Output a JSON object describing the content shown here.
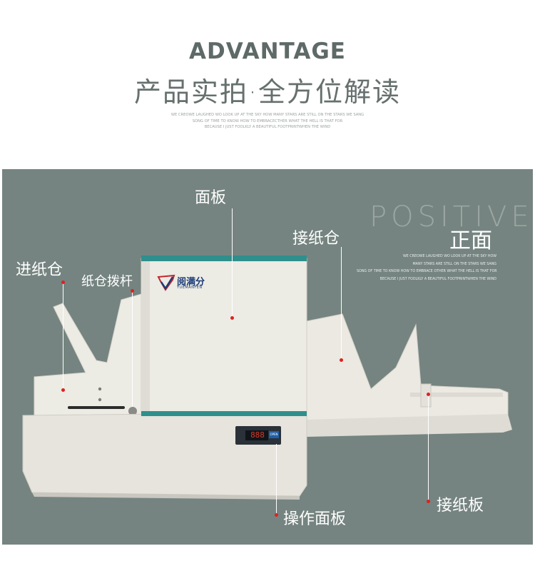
{
  "header": {
    "title": "ADVANTAGE",
    "subtitle": "产品实拍·全方位解读",
    "fine_lines": [
      "WE CREOWE LAUGHED WO LOOK UP AT THE SKY HOW MANY STARS ARE STILL ON THE STARS WE SANG",
      "SONG OF TIME TO KNOW HOW TO EMBRACECTHER WHAT THE HELL IS THAT FOR",
      "BECAUSE I JUST FOOLKLY A BEAUTIFUL FOOTPRINTWHEN THE WIND"
    ]
  },
  "photo": {
    "background_color": "#758480",
    "watermark": "POSITIVE",
    "side_title": "正面",
    "side_fine_lines": [
      "WE CREOWE LAUGHED WO LOOK UP AT THE SKY HOW",
      "MANY STARS ARE STILL ON THE STARS WE SANG",
      "SONG OF TIME TO KNOW HOW TO EMBRACE OTHER WHAT THE HELL IS THAT FOR",
      "BECAUSE I JUST FOOLKLY A BEAUTIFUL FOOTPRINTWHEN THE WIND"
    ],
    "brand": {
      "name": "阅满分",
      "name_en": "YUEMANFEN"
    },
    "display_text": "888",
    "panel_label": "OPEN"
  },
  "callouts": {
    "mianban": "面板",
    "jiezhicang": "接纸仓",
    "jinzhicang": "进纸仓",
    "zhicangbogan": "纸仓拨杆",
    "caozuomianban": "操作面板",
    "jiezhiban": "接纸板"
  },
  "colors": {
    "callout_dot": "#e02020",
    "teal_trim": "#2f8f8c",
    "machine_body": "#e9e7e0"
  }
}
